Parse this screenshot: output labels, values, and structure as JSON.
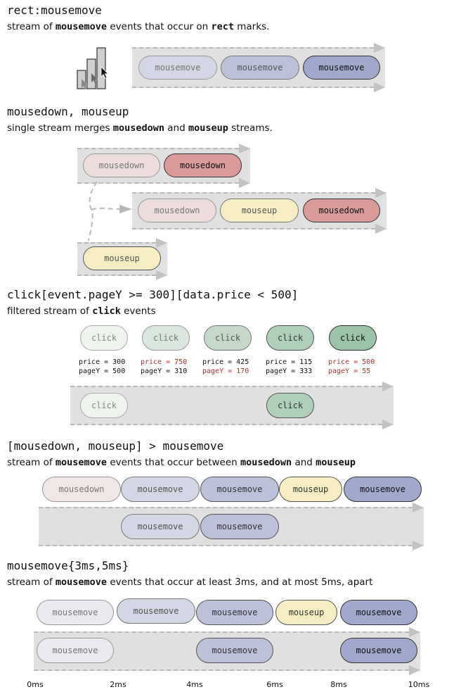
{
  "colors": {
    "move": [
      "#e9eaf0",
      "#d3d6e4",
      "#bcc1d9",
      "#a0a8cc"
    ],
    "down": [
      "#ecdcdc",
      "#d99a9a",
      "#f1e6e6"
    ],
    "up": "#f6eec2",
    "click": [
      "#eef3ee",
      "#d9e6dd",
      "#c4d9c9",
      "#afcfb8",
      "#9bc4a6"
    ]
  },
  "sections": [
    {
      "title": "rect:mousemove",
      "subtitle": [
        "stream of ",
        "mousemove",
        " events that occur on ",
        "rect",
        " marks."
      ],
      "events": [
        "mousemove",
        "mousemove",
        "mousemove"
      ]
    },
    {
      "title": "mousedown, mouseup",
      "subtitle": [
        "single stream merges ",
        "mousedown",
        " and ",
        "mouseup",
        " streams."
      ],
      "input_a": [
        "mousedown",
        "mousedown"
      ],
      "input_b": [
        "mouseup"
      ],
      "merged": [
        "mousedown",
        "mouseup",
        "mousedown"
      ]
    },
    {
      "title": "click[event.pageY >= 300][data.price < 500]",
      "subtitle": [
        "filtered stream of ",
        "click",
        " events"
      ],
      "events": [
        "click",
        "click",
        "click",
        "click",
        "click"
      ],
      "attrs": [
        {
          "price": "price = 300",
          "pagey": "pageY = 500",
          "price_fail": false,
          "pagey_fail": false
        },
        {
          "price": "price = 750",
          "pagey": "pageY = 310",
          "price_fail": true,
          "pagey_fail": false
        },
        {
          "price": "price = 425",
          "pagey": "pageY = 170",
          "price_fail": false,
          "pagey_fail": true
        },
        {
          "price": "price = 115",
          "pagey": "pageY = 333",
          "price_fail": false,
          "pagey_fail": false
        },
        {
          "price": "price = 500",
          "pagey": "pageY = 55",
          "price_fail": true,
          "pagey_fail": true
        }
      ],
      "output": [
        "click",
        "click"
      ]
    },
    {
      "title": "[mousedown, mouseup] > mousemove",
      "subtitle": [
        "stream of ",
        "mousemove",
        " events that occur between ",
        "mousedown",
        " and ",
        "mouseup"
      ],
      "input": [
        "mousedown",
        "mousemove",
        "mousemove",
        "mouseup",
        "mousemove"
      ],
      "output": [
        "mousemove",
        "mousemove"
      ]
    },
    {
      "title": "mousemove{3ms,5ms}",
      "subtitle": [
        "stream of ",
        "mousemove",
        " events that occur at least 3ms, and at most 5ms, apart"
      ],
      "input": [
        "mousemove",
        "mousemove",
        "mousemove",
        "mouseup",
        "mousemove"
      ],
      "output": [
        "mousemove",
        "mousemove",
        "mousemove"
      ],
      "ticks": [
        "0ms",
        "2ms",
        "4ms",
        "6ms",
        "8ms",
        "10ms"
      ]
    }
  ]
}
